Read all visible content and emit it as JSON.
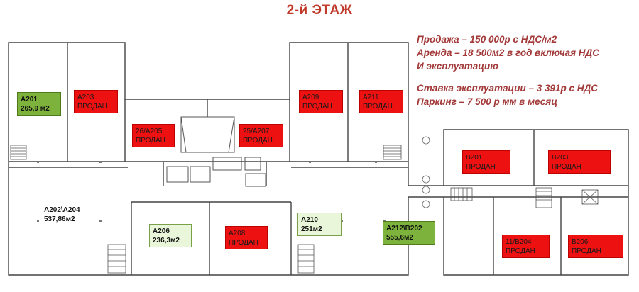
{
  "title": "2-й ЭТАЖ",
  "info": {
    "line1": "Продажа – 150 000р с НДС/м2",
    "line2": "Аренда – 18 500м2 в год включая НДС",
    "line3": "И эксплуатацию",
    "line4": "Ставка эксплуатации – 3 391р с НДС",
    "line5": "Паркинг – 7 500 р мм в месяц"
  },
  "units": {
    "a201": {
      "name": "A201",
      "area": "265,9 м2"
    },
    "a203": {
      "name": "A203",
      "status": "ПРОДАН"
    },
    "a205": {
      "name": "26/A205",
      "status": "ПРОДАН"
    },
    "a207": {
      "name": "25/A207",
      "status": "ПРОДАН"
    },
    "a209": {
      "name": "A209",
      "status": "ПРОДАН"
    },
    "a211": {
      "name": "A211",
      "status": "ПРОДАН"
    },
    "b201": {
      "name": "B201",
      "status": "ПРОДАН"
    },
    "b203": {
      "name": "B203",
      "status": "ПРОДАН"
    },
    "a202": {
      "name": "A202\\A204",
      "area": "537,86м2"
    },
    "a206": {
      "name": "A206",
      "area": "236,3м2"
    },
    "a208": {
      "name": "A208",
      "status": "ПРОДАН"
    },
    "a210": {
      "name": "A210",
      "area": "251м2"
    },
    "a212": {
      "name": "A212\\B202",
      "area": "555,6м2"
    },
    "b204": {
      "name": "11/B204",
      "status": "ПРОДАН"
    },
    "b206": {
      "name": "B206",
      "status": "ПРОДАН"
    }
  },
  "colors": {
    "sold": "#ee1111",
    "available_dark": "#7db33c",
    "available_light": "#e9f6d9",
    "title": "#c0392b",
    "info_text": "#a33a3a"
  }
}
